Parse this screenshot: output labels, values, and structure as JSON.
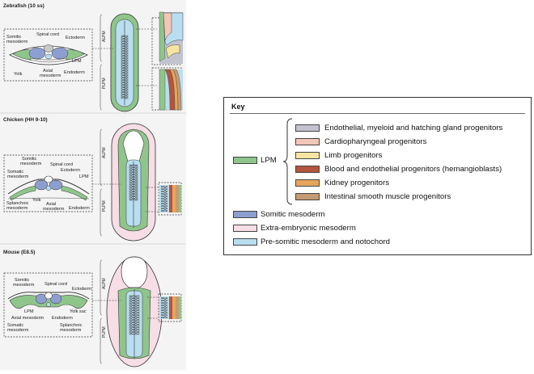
{
  "colors": {
    "lpm": "#8fc58b",
    "somitic": "#8d9fd0",
    "extra_embryonic": "#f7dde6",
    "presomitic": "#b9def0",
    "endothelial_myeloid": "#c3c3cf",
    "cardiopharyngeal": "#f4c6b8",
    "limb": "#f6e5a0",
    "blood": "#b5553e",
    "kidney": "#e6a55c",
    "intestinal": "#c69a72",
    "panel_bg": "#f4f4f4"
  },
  "panels": {
    "zebrafish": {
      "title": "Zebrafish (10 ss)",
      "labels": {
        "somitic_mesoderm": [
          "Somitic",
          "mesoderm"
        ],
        "spinal_cord": "Spinal cord",
        "ectoderm": "Ectoderm",
        "lpm": "LPM",
        "yolk": "Yolk",
        "axial_mesoderm": [
          "Axial",
          "mesoderm"
        ],
        "endoderm": "Endoderm"
      },
      "axis": {
        "alpm": "ALPM",
        "plpm": "PLPM"
      }
    },
    "chicken": {
      "title": "Chicken (HH 9-10)",
      "labels": {
        "somitic_mesoderm_a": [
          "Somitic",
          "mesoderm"
        ],
        "spinal_cord": "Spinal cord",
        "ectoderm": "Ectoderm",
        "somatic_mesoderm": [
          "Somatic",
          "mesoderm"
        ],
        "lpm": "LPM",
        "yolk": "Yolk",
        "axial_mesoderm": [
          "Axial",
          "mesoderm"
        ],
        "splanchnic_mesoderm": [
          "Splanchnic",
          "mesoderm"
        ],
        "endoderm": "Endoderm"
      },
      "axis": {
        "alpm": "ALPM",
        "plpm": "PLPM"
      }
    },
    "mouse": {
      "title": "Mouse (E8.5)",
      "labels": {
        "somitic_mesoderm": [
          "Somitic",
          "mesoderm"
        ],
        "spinal_cord": "Spinal cord",
        "ectoderm": "Ectoderm",
        "lpm": "LPM",
        "yolk_sac": "Yolk sac",
        "axial_mesoderm": "Axial mesoderm",
        "endoderm": "Endoderm",
        "somatic_mesoderm": [
          "Somatic",
          "mesoderm"
        ],
        "splanchnic_mesoderm": [
          "Splanchnic",
          "mesoderm"
        ]
      },
      "axis": {
        "alpm": "ALPM",
        "plpm": "PLPM"
      }
    }
  },
  "key": {
    "title": "Key",
    "lpm_label": "LPM",
    "lpm_items": [
      {
        "label": "Endothelial, myeloid and hatching gland progenitors",
        "color": "#c3c3cf"
      },
      {
        "label": "Cardiopharyngeal progenitors",
        "color": "#f4c6b8"
      },
      {
        "label": "Limb progenitors",
        "color": "#f6e5a0"
      },
      {
        "label": "Blood and endothelial progenitors (hemangioblasts)",
        "color": "#b5553e"
      },
      {
        "label": "Kidney progenitors",
        "color": "#e6a55c"
      },
      {
        "label": "Intestinal smooth muscle progenitors",
        "color": "#c69a72"
      }
    ],
    "other_items": [
      {
        "label": "Somitic mesoderm",
        "color": "#8d9fd0"
      },
      {
        "label": "Extra-embryonic mesoderm",
        "color": "#f7dde6"
      },
      {
        "label": "Pre-somitic mesoderm and notochord",
        "color": "#b9def0"
      }
    ]
  }
}
